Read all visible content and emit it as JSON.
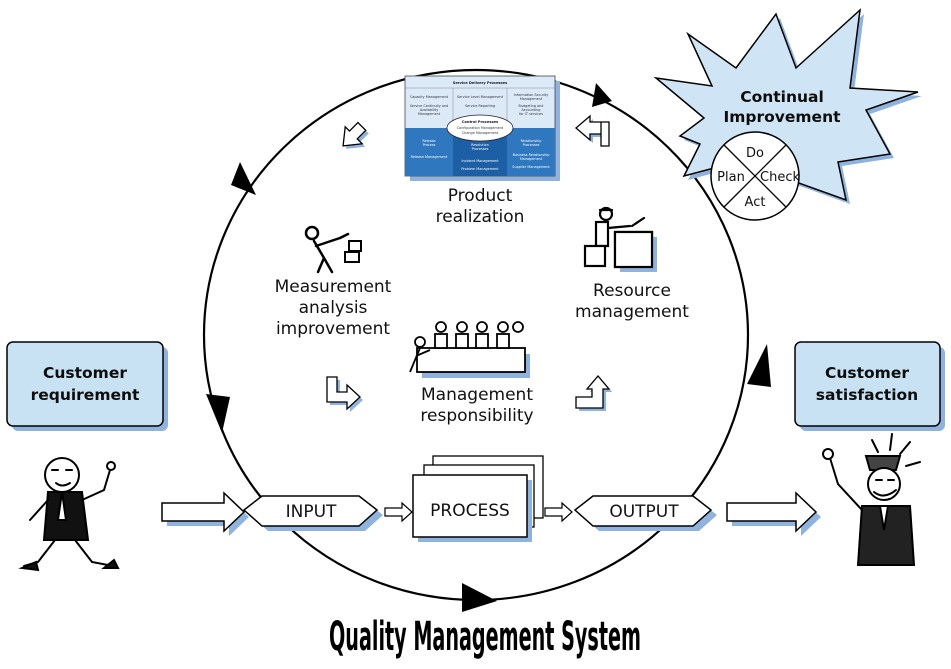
{
  "title": "Quality Management System",
  "customer_requirement": [
    "Customer",
    "requirement"
  ],
  "customer_satisfaction": [
    "Customer",
    "satisfaction"
  ],
  "flow": {
    "input": "INPUT",
    "process": "PROCESS",
    "output": "OUTPUT"
  },
  "cycle_labels": {
    "product_realization": [
      "Product",
      "realization"
    ],
    "resource_management": [
      "Resource",
      "management"
    ],
    "management_responsibility": [
      "Management",
      "responsibility"
    ],
    "measurement": [
      "Measurement",
      "analysis",
      "improvement"
    ]
  },
  "continual_improvement": {
    "title": [
      "Continual",
      "Improvement"
    ],
    "pdca": {
      "plan": "Plan",
      "do": "Do",
      "check": "Check",
      "act": "Act"
    }
  },
  "service_diagram": {
    "delivery_header": "Service Delivery Processes",
    "delivery_left": [
      "Capacity Management",
      "Service Continuity and",
      "Availability",
      "Management"
    ],
    "delivery_center": [
      "Service Level Management",
      "Service Reporting"
    ],
    "delivery_right": [
      "Information Security",
      "Management",
      "Budgeting and",
      "Accounting",
      "for IT services"
    ],
    "control_header": "Control Processes",
    "control_items": [
      "Configuration Management",
      "Change Management"
    ],
    "release_header": [
      "Release",
      "Process"
    ],
    "release_item": "Release Management",
    "resolution_header": [
      "Resolution",
      "Processes"
    ],
    "resolution_items": [
      "Incident Management",
      "Problem Management"
    ],
    "relationship_header": [
      "Relationship",
      "Processes"
    ],
    "relationship_items": [
      "Business Relationship",
      "Management",
      "Supplier Management"
    ]
  },
  "colors": {
    "box_fill": "#c8e2f4",
    "light_blue": "#dce9f7",
    "mid_blue": "#2f78bf",
    "dark_blue": "#1d5fa5",
    "star_fill": "#cfe5f5",
    "shadow": "#8fb3dd"
  }
}
